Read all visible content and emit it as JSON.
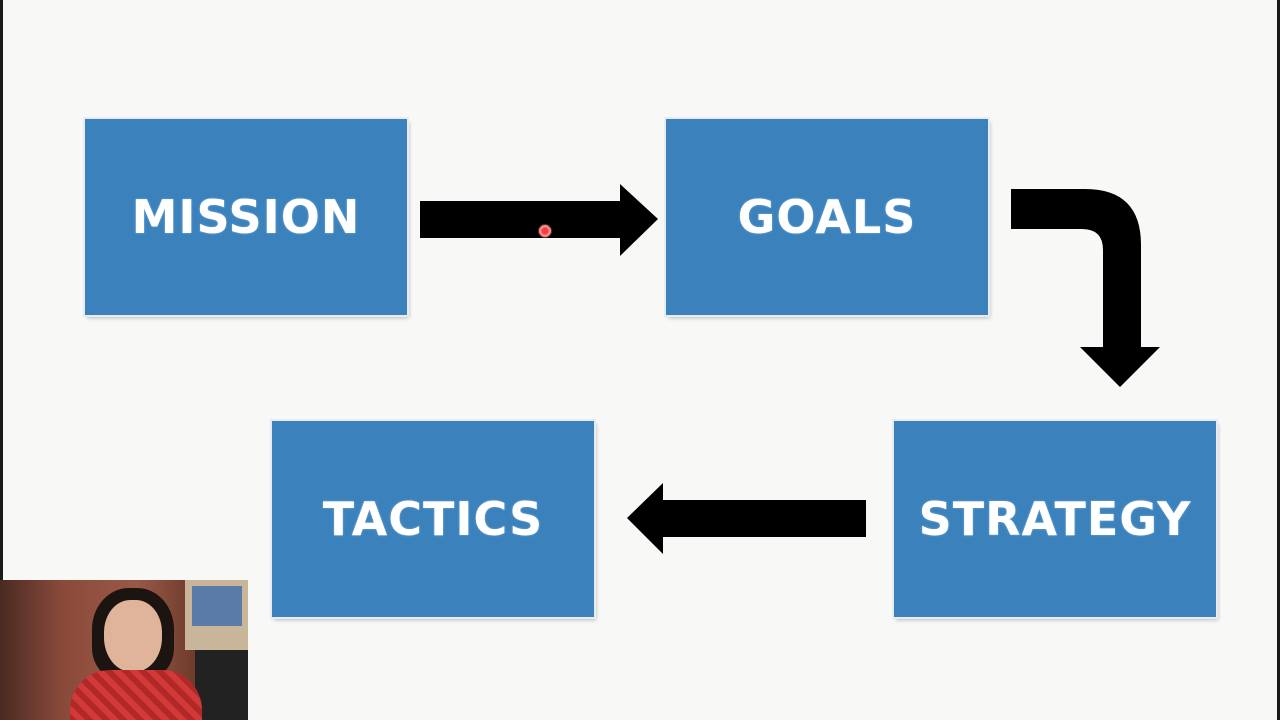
{
  "diagram": {
    "nodes": [
      {
        "id": "mission",
        "label": "MISSION"
      },
      {
        "id": "goals",
        "label": "GOALS"
      },
      {
        "id": "strategy",
        "label": "STRATEGY"
      },
      {
        "id": "tactics",
        "label": "TACTICS"
      }
    ],
    "edges": [
      {
        "from": "mission",
        "to": "goals"
      },
      {
        "from": "goals",
        "to": "strategy"
      },
      {
        "from": "strategy",
        "to": "tactics"
      }
    ]
  },
  "colors": {
    "box_fill": "#3b82bd",
    "arrow": "#000000",
    "background": "#f8f9f7",
    "pointer": "#ff3b3b"
  },
  "overlay": {
    "type": "webcam-presenter",
    "content": "presenter video"
  }
}
